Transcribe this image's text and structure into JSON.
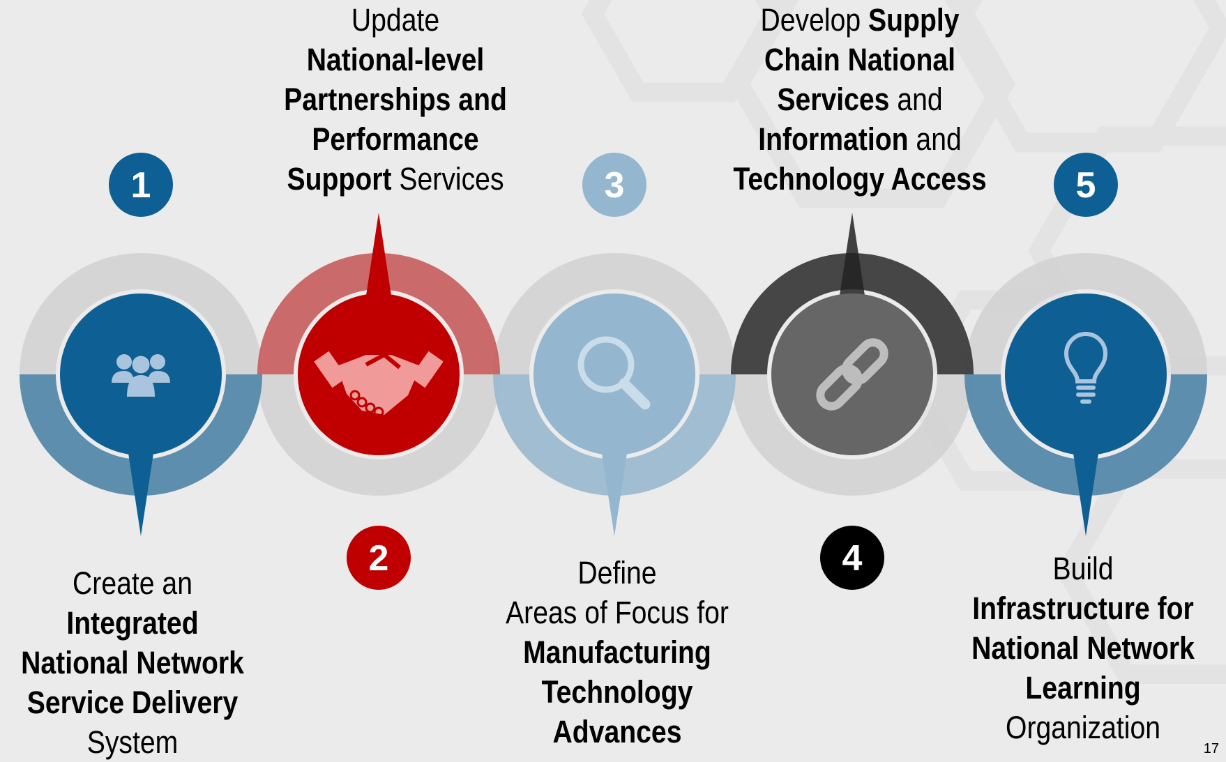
{
  "colors": {
    "background": "#ebebeb",
    "hexagon_pattern": "#e3e3e3",
    "ring_gray": "#d0d0d0",
    "blue_dark": "#0e5f94",
    "blue_light": "#94b6cf",
    "red": "#c00000",
    "red_light": "#d97c7c",
    "gray_dark": "#4a4a4a",
    "gray_medium": "#666666",
    "black": "#000000"
  },
  "steps": [
    {
      "number": "1",
      "icon": "people-group-icon",
      "label_position": "bottom",
      "label": [
        {
          "t": "Create an",
          "b": false
        },
        {
          "t": "Integrated",
          "b": true
        },
        {
          "t": "National Network",
          "b": true
        },
        {
          "t": "Service Delivery",
          "b": true
        },
        {
          "t": "System",
          "b": false
        }
      ]
    },
    {
      "number": "2",
      "icon": "handshake-icon",
      "label_position": "top",
      "label": [
        {
          "t": "Update",
          "b": false
        },
        {
          "t": "National-level",
          "b": true
        },
        {
          "t": "Partnerships and",
          "b": true
        },
        {
          "t": "Performance",
          "b": true
        },
        {
          "t": "Support",
          "b": true
        },
        {
          "t": " Services",
          "b": false
        }
      ]
    },
    {
      "number": "3",
      "icon": "magnifier-icon",
      "label_position": "bottom",
      "label": [
        {
          "t": "Define",
          "b": false
        },
        {
          "t": "Areas of Focus for",
          "b": false
        },
        {
          "t": "Manufacturing",
          "b": true
        },
        {
          "t": "Technology",
          "b": true
        },
        {
          "t": "Advances",
          "b": true
        }
      ]
    },
    {
      "number": "4",
      "icon": "chain-link-icon",
      "label_position": "top",
      "label": [
        {
          "t": "Develop ",
          "b": false
        },
        {
          "t": "Supply",
          "b": true
        },
        {
          "t": "Chain National",
          "b": true
        },
        {
          "t": "Services",
          "b": true
        },
        {
          "t": " and",
          "b": false
        },
        {
          "t": "Information",
          "b": true
        },
        {
          "t": " and",
          "b": false
        },
        {
          "t": "Technology Access",
          "b": true
        }
      ]
    },
    {
      "number": "5",
      "icon": "lightbulb-icon",
      "label_position": "bottom",
      "label": [
        {
          "t": "Build",
          "b": false
        },
        {
          "t": "Infrastructure for",
          "b": true
        },
        {
          "t": "National Network",
          "b": true
        },
        {
          "t": "Learning",
          "b": true
        },
        {
          "t": "Organization",
          "b": false
        }
      ]
    }
  ],
  "page_number": "17"
}
